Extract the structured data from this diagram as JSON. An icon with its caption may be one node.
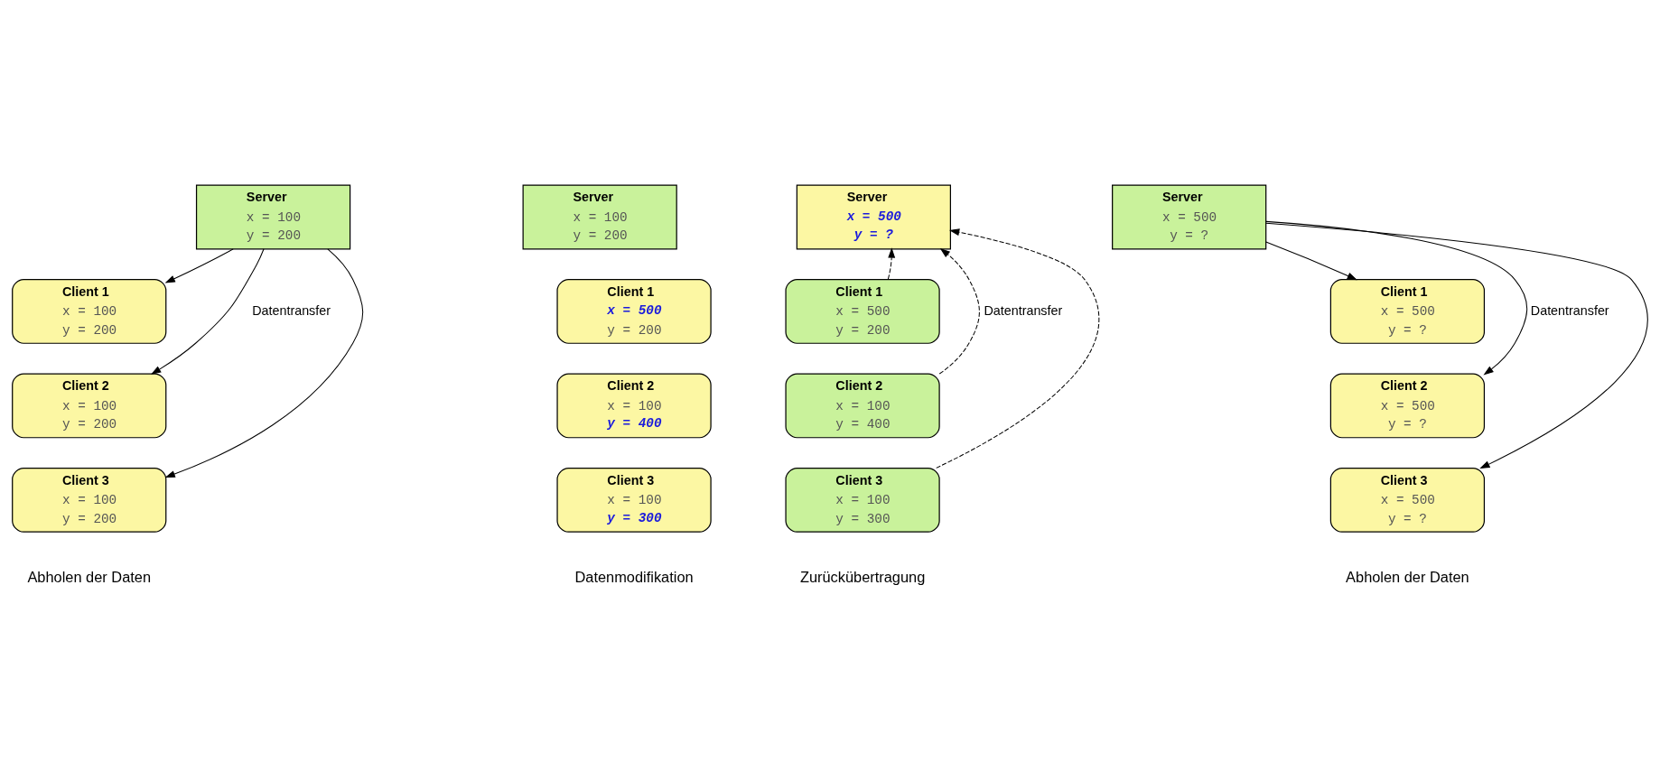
{
  "diagram": {
    "nodes": [
      {
        "text": [
          "Server",
          "x = 100",
          "y = 200"
        ]
      },
      {
        "text": [
          "Client 1",
          "x = 100",
          "y = 200"
        ]
      },
      {
        "text": [
          "Client 2",
          "x = 100",
          "y = 200"
        ]
      },
      {
        "text": [
          "Client 3",
          "x = 100",
          "y = 200"
        ]
      },
      {
        "text": [
          "Server",
          "x = 100",
          "y = 200"
        ]
      },
      {
        "text": [
          "Client 1",
          "x = 500",
          "y = 200"
        ]
      },
      {
        "text": [
          "Client 2",
          "x = 100",
          "y = 400"
        ]
      },
      {
        "text": [
          "Client 3",
          "x = 100",
          "y = 300"
        ]
      },
      {
        "text": [
          "Server",
          "x = 500",
          "y = ?"
        ]
      },
      {
        "text": [
          "Client 1",
          "x = 500",
          "y = 200"
        ]
      },
      {
        "text": [
          "Client 2",
          "x = 100",
          "y = 400"
        ]
      },
      {
        "text": [
          "Client 3",
          "x = 100",
          "y = 300"
        ]
      },
      {
        "text": [
          "Server",
          "x = 500",
          "y = ?"
        ]
      },
      {
        "text": [
          "Client 1",
          "x = 500",
          "y = ?"
        ]
      },
      {
        "text": [
          "Client 2",
          "x = 500",
          "y = ?"
        ]
      },
      {
        "text": [
          "Client 3",
          "x = 500",
          "y = ?"
        ]
      }
    ],
    "edges": [
      {
        "from": 0,
        "to": 1,
        "arrow": "to"
      },
      {
        "from": 0,
        "to": 2,
        "arrow": "to",
        "label": "Datentransfer"
      },
      {
        "from": 0,
        "to": 3,
        "arrow": "to"
      },
      {
        "from": 9,
        "to": 8,
        "arrow": "to",
        "style": "dashed"
      },
      {
        "from": 10,
        "to": 8,
        "arrow": "to",
        "style": "dashed",
        "label": "Datentransfer"
      },
      {
        "from": 11,
        "to": 8,
        "arrow": "to",
        "style": "dashed"
      },
      {
        "from": 12,
        "to": 13,
        "arrow": "to"
      },
      {
        "from": 12,
        "to": 14,
        "arrow": "to",
        "label": "Datentransfer"
      },
      {
        "from": 12,
        "to": 15,
        "arrow": "to"
      }
    ],
    "labels": [
      "Abholen der Daten",
      "Datenmodifikation",
      "Zurückübertragung",
      "Abholen der Daten"
    ]
  }
}
